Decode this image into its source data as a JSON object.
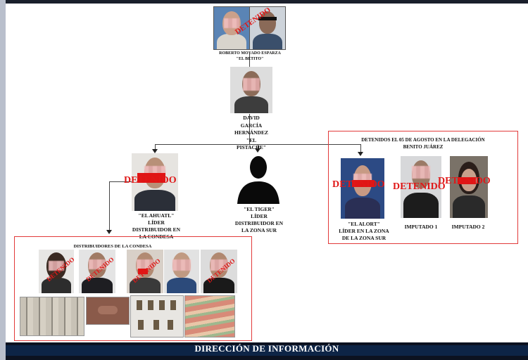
{
  "footer": {
    "title": "DIRECCIÓN DE INFORMACIÓN"
  },
  "top_person": {
    "name": "ROBERTO MOYADO ESPARZA",
    "alias": "\"EL BETITO\"",
    "stamp": "DETENIDO"
  },
  "second_person": {
    "lines": [
      "DAVID",
      "GARCÍA",
      "HERNÁNDEZ",
      "\"EL",
      "PISTACHE\""
    ]
  },
  "left_person": {
    "alias": "\"EL AHUATL\"",
    "role_lines": [
      "LÍDER",
      "DISTRIBUIDOR EN",
      "LA CONDESA"
    ],
    "stamp": "DETENIDO"
  },
  "middle_person": {
    "alias": "\"EL TIGER\"",
    "role_lines": [
      "LÍDER",
      "DISTRIBUIDOR EN",
      "LA ZONA SUR"
    ]
  },
  "detained_box": {
    "title_lines": [
      "DETENIDOS EL 05 DE AGOSTO EN LA DELEGACIÓN",
      "BENITO JUÁREZ"
    ],
    "people": [
      {
        "label_lines": [
          "\"EL ALORT\"",
          "LÍDER EN LA ZONA",
          "DE LA ZONA SUR"
        ],
        "stamp": "DETENIDO"
      },
      {
        "label_lines": [
          "IMPUTADO 1"
        ],
        "stamp": "DETENIDO"
      },
      {
        "label_lines": [
          "IMPUTADO 2"
        ],
        "stamp": "DETENIDO"
      }
    ]
  },
  "distributors_box": {
    "title": "DISTRIBUIDORES DE LA CONDESA",
    "stamp": "DETENIDO"
  },
  "colors": {
    "stamp_red": "#e01818",
    "frame_red": "#e23a3a",
    "footer_navy": "#0d2446"
  }
}
